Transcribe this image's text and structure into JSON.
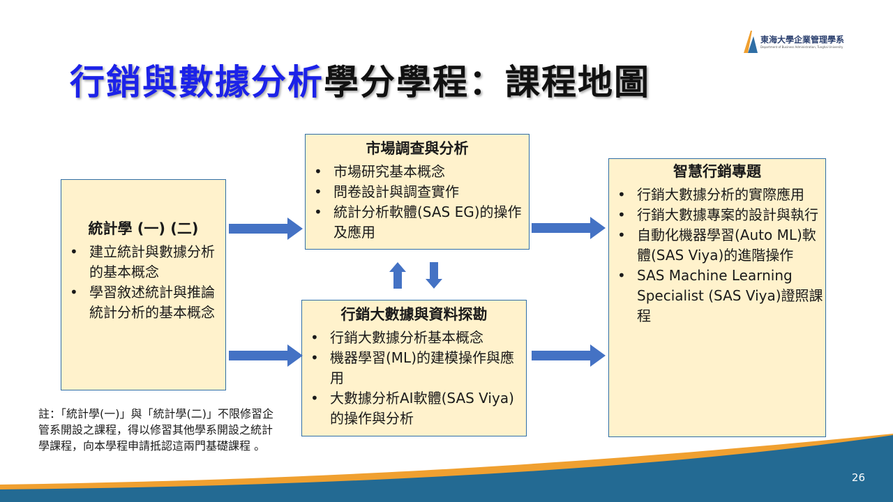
{
  "title": {
    "highlight": "行銷與數據分析",
    "rest": "學分學程：課程地圖"
  },
  "logo": {
    "name": "東海大學企業管理學系",
    "subtitle": "Department of Business Administration, Tunghai University"
  },
  "boxes": {
    "stats": {
      "title": "統計學 (一) (二)",
      "items": [
        "建立統計與數據分析的基本概念",
        "學習敘述統計與推論統計分析的基本概念"
      ]
    },
    "market": {
      "title": "市場調查與分析",
      "items": [
        "市場研究基本概念",
        "問卷設計與調查實作",
        "統計分析軟體(SAS EG)的操作及應用"
      ]
    },
    "bigdata": {
      "title": "行銷大數據與資料探勘",
      "items": [
        "行銷大數據分析基本概念",
        "機器學習(ML)的建模操作與應用",
        "大數據分析AI軟體(SAS Viya)的操作與分析"
      ]
    },
    "smart": {
      "title": "智慧行銷專題",
      "items": [
        "行銷大數據分析的實際應用",
        "行銷大數據專案的設計與執行",
        "自動化機器學習(Auto ML)軟體(SAS Viya)的進階操作",
        "SAS Machine Learning Specialist (SAS Viya)證照課程"
      ]
    }
  },
  "note": "註：「統計學(一)」與「統計學(二)」不限修習企管系開設之課程，得以修習其他學系開設之統計學課程，向本學程申請抵認這兩門基礎課程 。",
  "page_number": "26",
  "colors": {
    "box_fill": "#fff2cc",
    "box_border": "#2f6ea5",
    "arrow": "#4472c4",
    "footer_blue": "#236a93",
    "footer_orange": "#f0a030"
  }
}
